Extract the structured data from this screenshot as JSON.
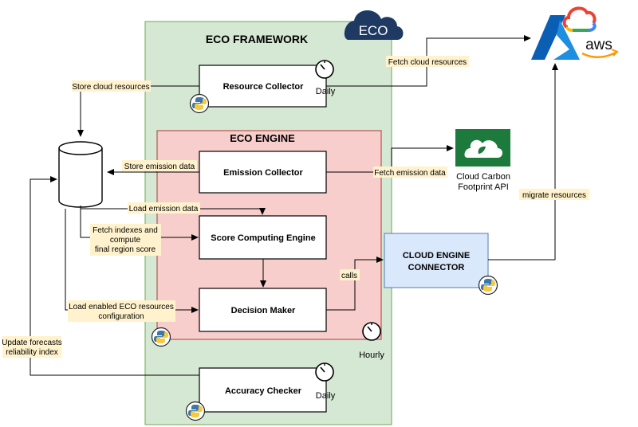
{
  "framework": {
    "title": "ECO FRAMEWORK",
    "logo_text": "ECO"
  },
  "engine": {
    "title": "ECO ENGINE"
  },
  "components": {
    "resource_collector": "Resource Collector",
    "emission_collector": "Emission Collector",
    "score_engine": "Score Computing Engine",
    "decision_maker": "Decision Maker",
    "accuracy_checker": "Accuracy Checker",
    "cloud_connector_line1": "CLOUD ENGINE",
    "cloud_connector_line2": "CONNECTOR"
  },
  "schedules": {
    "daily_top": "Daily",
    "hourly": "Hourly",
    "daily_bottom": "Daily"
  },
  "external": {
    "ccf_line1": "Cloud Carbon",
    "ccf_line2": "Footprint API",
    "aws_text": "aws"
  },
  "edge_labels": {
    "store_cloud_resources": "Store cloud resources",
    "fetch_cloud_resources": "Fetch cloud resources",
    "store_emission_data": "Store emission data",
    "fetch_emission_data": "Fetch emission data",
    "load_emission_data": "Load emission data",
    "fetch_indexes_line1": "Fetch indexes and",
    "fetch_indexes_line2": "compute",
    "fetch_indexes_line3": "final region score",
    "load_enabled_line1": "Load enabled ECO resources",
    "load_enabled_line2": "configuration",
    "calls": "calls",
    "update_forecasts_line1": "Update forecasts",
    "update_forecasts_line2": "reliability index",
    "migrate_resources": "migrate resources"
  },
  "icons": {
    "timer": "timer-icon",
    "python": "python-icon",
    "database": "database-icon",
    "cloud_logo": "eco-cloud-icon",
    "ccf": "cloud-leaf-icon",
    "azure": "azure-icon",
    "gcp": "google-cloud-icon"
  },
  "colors": {
    "framework_fill": "#d5e8d4",
    "framework_stroke": "#82b366",
    "engine_fill": "#f8cecc",
    "engine_stroke": "#b85450",
    "connector_fill": "#dae8fc",
    "connector_stroke": "#6c8ebf",
    "label_bg": "#fff2cc",
    "eco_logo": "#1e3a63",
    "ccf_green": "#1c7a3c",
    "azure_blue": "#0a6dc9",
    "aws_orange": "#ff9900"
  }
}
